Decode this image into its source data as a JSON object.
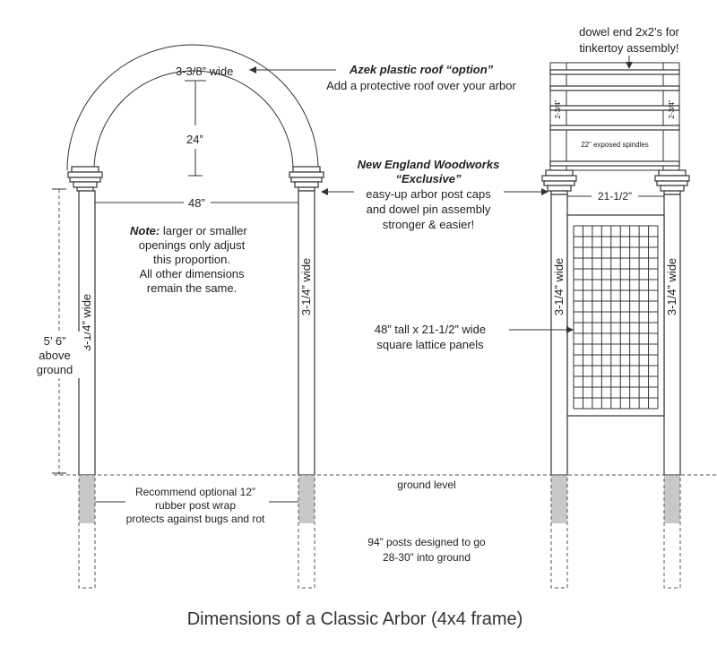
{
  "labels": {
    "roof_width": "3-3/8” wide",
    "roof_option_title": "Azek plastic roof “option”",
    "roof_option_desc": "Add a protective roof over your arbor",
    "arch_height": "24”",
    "opening_width": "48”",
    "note_bold": "Note:",
    "note_line1": " larger or smaller",
    "note_line2": "openings only adjust",
    "note_line3": "this proportion.",
    "note_line4": "All other dimensions",
    "note_line5": "remain the same.",
    "post_width": "3-1/4” wide",
    "height_line1": "5’ 6”",
    "height_line2": "above",
    "height_line3": "ground",
    "nee_title1": "New England Woodworks",
    "nee_title2": "“Exclusive”",
    "nee_desc1": "easy-up arbor post caps",
    "nee_desc2": "and dowel pin assembly",
    "nee_desc3": "stronger & easier!",
    "dowel_line1": "dowel end 2x2’s for",
    "dowel_line2": "tinkertoy assembly!",
    "spacing": "2-3/4”",
    "spindles": "22” exposed spindles",
    "side_width": "21-1/2”",
    "lattice_line1": "48” tall x 21-1/2” wide",
    "lattice_line2": "square lattice panels",
    "ground_level": "ground level",
    "wrap_line1": "Recommend optional 12”",
    "wrap_line2": "rubber post wrap",
    "wrap_line3": "protects against bugs and rot",
    "posts_line1": "94” posts designed to go",
    "posts_line2": "28-30” into ground",
    "caption": "Dimensions of a Classic Arbor (4x4 frame)"
  },
  "colors": {
    "line": "#333333",
    "post_wrap": "#c8c8c8",
    "text": "#222222"
  }
}
